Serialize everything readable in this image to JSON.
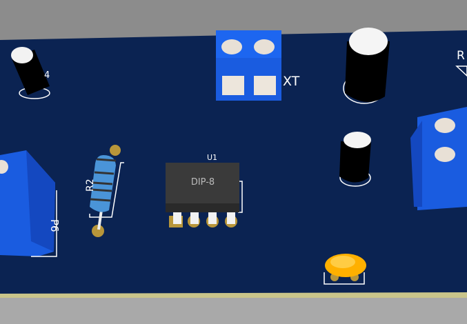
{
  "colors": {
    "background_top": "#8c8c8c",
    "background_bottom": "#a9a9a9",
    "board": "#0b2352",
    "board_edge": "#c9c48a",
    "terminal_block": "#1a5ce0",
    "resistor": "#4a94d8",
    "ic_body": "#3a3a3a",
    "pad": "#b8963a",
    "led": "#ffb000"
  },
  "labels": {
    "cap_left": "4",
    "terminal_top": "XT",
    "right_partial": "R",
    "resistor": "R2",
    "ic_ref": "U1",
    "ic_body": "DIP-8",
    "terminal_left": "P6"
  }
}
